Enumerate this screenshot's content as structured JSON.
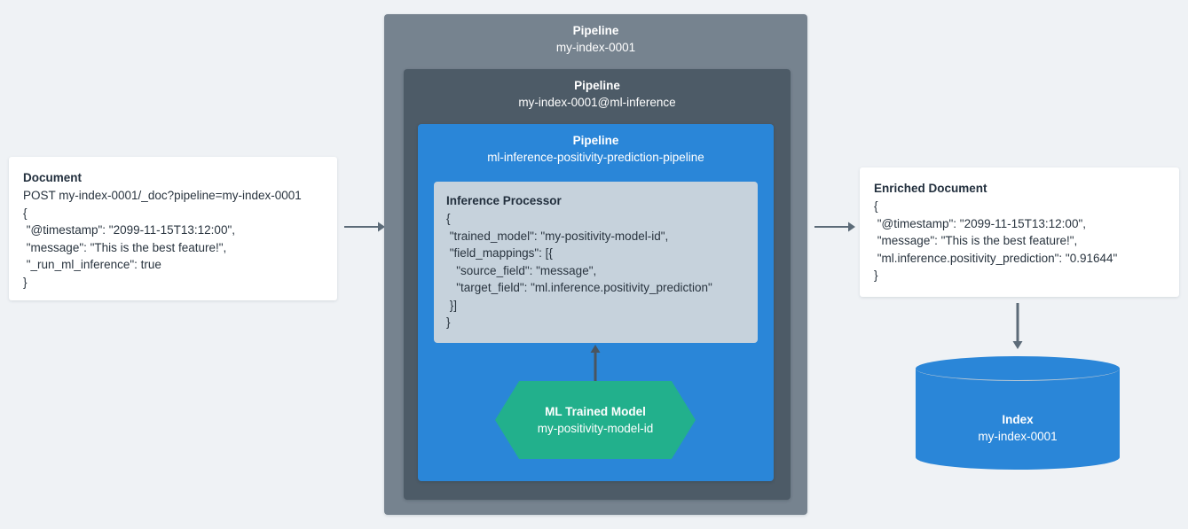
{
  "colors": {
    "background": "#eff2f5",
    "pipeline_outer": "#76838f",
    "pipeline_mid": "#4d5b67",
    "pipeline_inner": "#2a86d8",
    "processor": "#c6d2dc",
    "model_hexagon": "#22b08c",
    "index_cylinder": "#2a86d8",
    "arrow": "#5c6b78",
    "card": "#ffffff",
    "text_dark": "#29343f",
    "text_light": "#ffffff"
  },
  "document": {
    "title": "Document",
    "lines": [
      "POST my-index-0001/_doc?pipeline=my-index-0001",
      "{",
      " \"@timestamp\": \"2099-11-15T13:12:00\",",
      " \"message\": \"This is the best feature!\",",
      " \"_run_ml_inference\": true",
      "}"
    ]
  },
  "pipelines": {
    "outer": {
      "kind": "Pipeline",
      "name": "my-index-0001"
    },
    "middle": {
      "kind": "Pipeline",
      "name": "my-index-0001@ml-inference"
    },
    "inner": {
      "kind": "Pipeline",
      "name": "ml-inference-positivity-prediction-pipeline"
    }
  },
  "processor": {
    "title": "Inference Processor",
    "lines": [
      "{",
      " \"trained_model\": \"my-positivity-model-id\",",
      " \"field_mappings\": [{",
      "   \"source_field\": \"message\",",
      "   \"target_field\": \"ml.inference.positivity_prediction\"",
      " }]",
      "}"
    ]
  },
  "model": {
    "kind": "ML Trained Model",
    "name": "my-positivity-model-id"
  },
  "enriched_document": {
    "title": "Enriched Document",
    "lines": [
      "{",
      " \"@timestamp\": \"2099-11-15T13:12:00\",",
      " \"message\": \"This is the best feature!\",",
      " \"ml.inference.positivity_prediction\": \"0.91644\"",
      "}"
    ]
  },
  "index": {
    "kind": "Index",
    "name": "my-index-0001"
  },
  "arrows": [
    {
      "name": "document-to-pipeline",
      "direction": "right"
    },
    {
      "name": "pipeline-to-enriched-document",
      "direction": "right"
    },
    {
      "name": "model-to-processor",
      "direction": "up"
    },
    {
      "name": "enriched-document-to-index",
      "direction": "down"
    }
  ]
}
